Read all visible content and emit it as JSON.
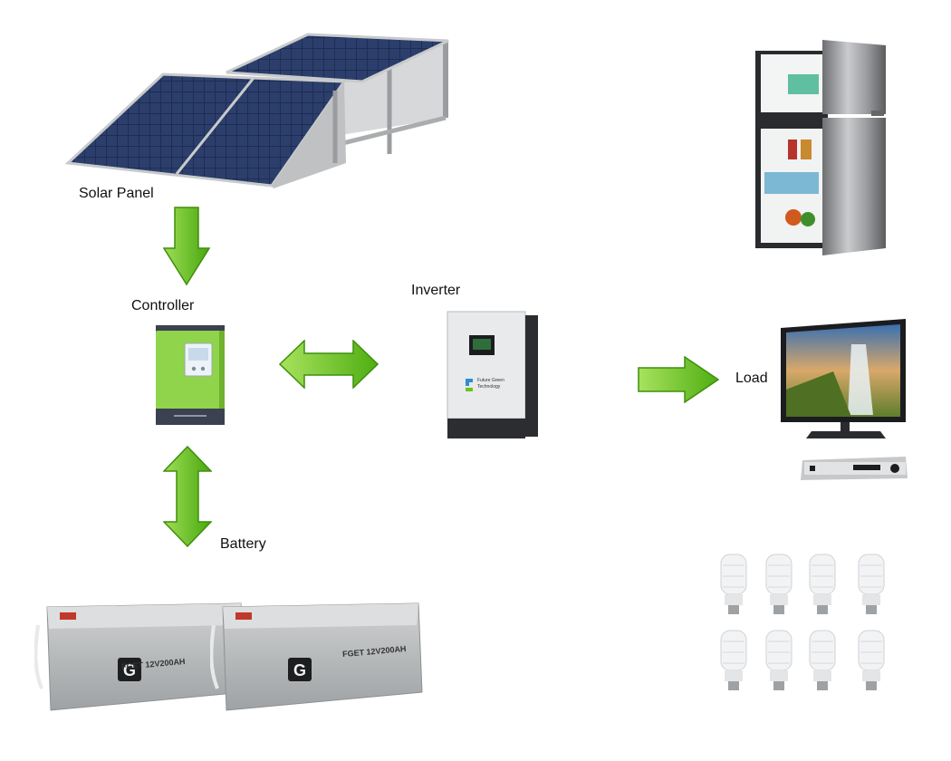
{
  "labels": {
    "solar_panel": "Solar Panel",
    "controller": "Controller",
    "inverter": "Inverter",
    "battery": "Battery",
    "load": "Load"
  },
  "inverter_brand": [
    "Future Green",
    "Technology"
  ],
  "battery_model": "FGET 12V200AH",
  "colors": {
    "arrow_green": "#6cc31c",
    "arrow_light": "#b6ec6c",
    "controller_green": "#8fd44a",
    "panel_blue": "#1f2f57"
  },
  "icons": [
    "solar-panel-icon",
    "charge-controller-icon",
    "inverter-icon",
    "battery-icon",
    "refrigerator-icon",
    "television-icon",
    "dvd-player-icon",
    "light-bulb-icon"
  ]
}
